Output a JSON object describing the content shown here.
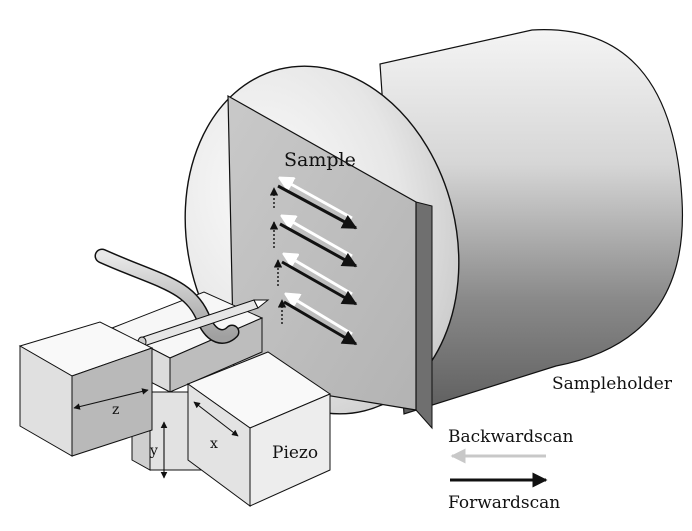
{
  "labels": {
    "sample": "Sample",
    "sampleholder": "Sampleholder",
    "piezo": "Piezo",
    "axis_x": "x",
    "axis_y": "y",
    "axis_z": "z"
  },
  "legend": {
    "backward": "Backwardscan",
    "forward": "Forwardscan"
  },
  "colors": {
    "forward_arrow": "#111111",
    "backward_arrow": "#c8c8c8",
    "sample_face": "#bdbdbd",
    "outline": "#111111"
  },
  "scan_lines": 4
}
